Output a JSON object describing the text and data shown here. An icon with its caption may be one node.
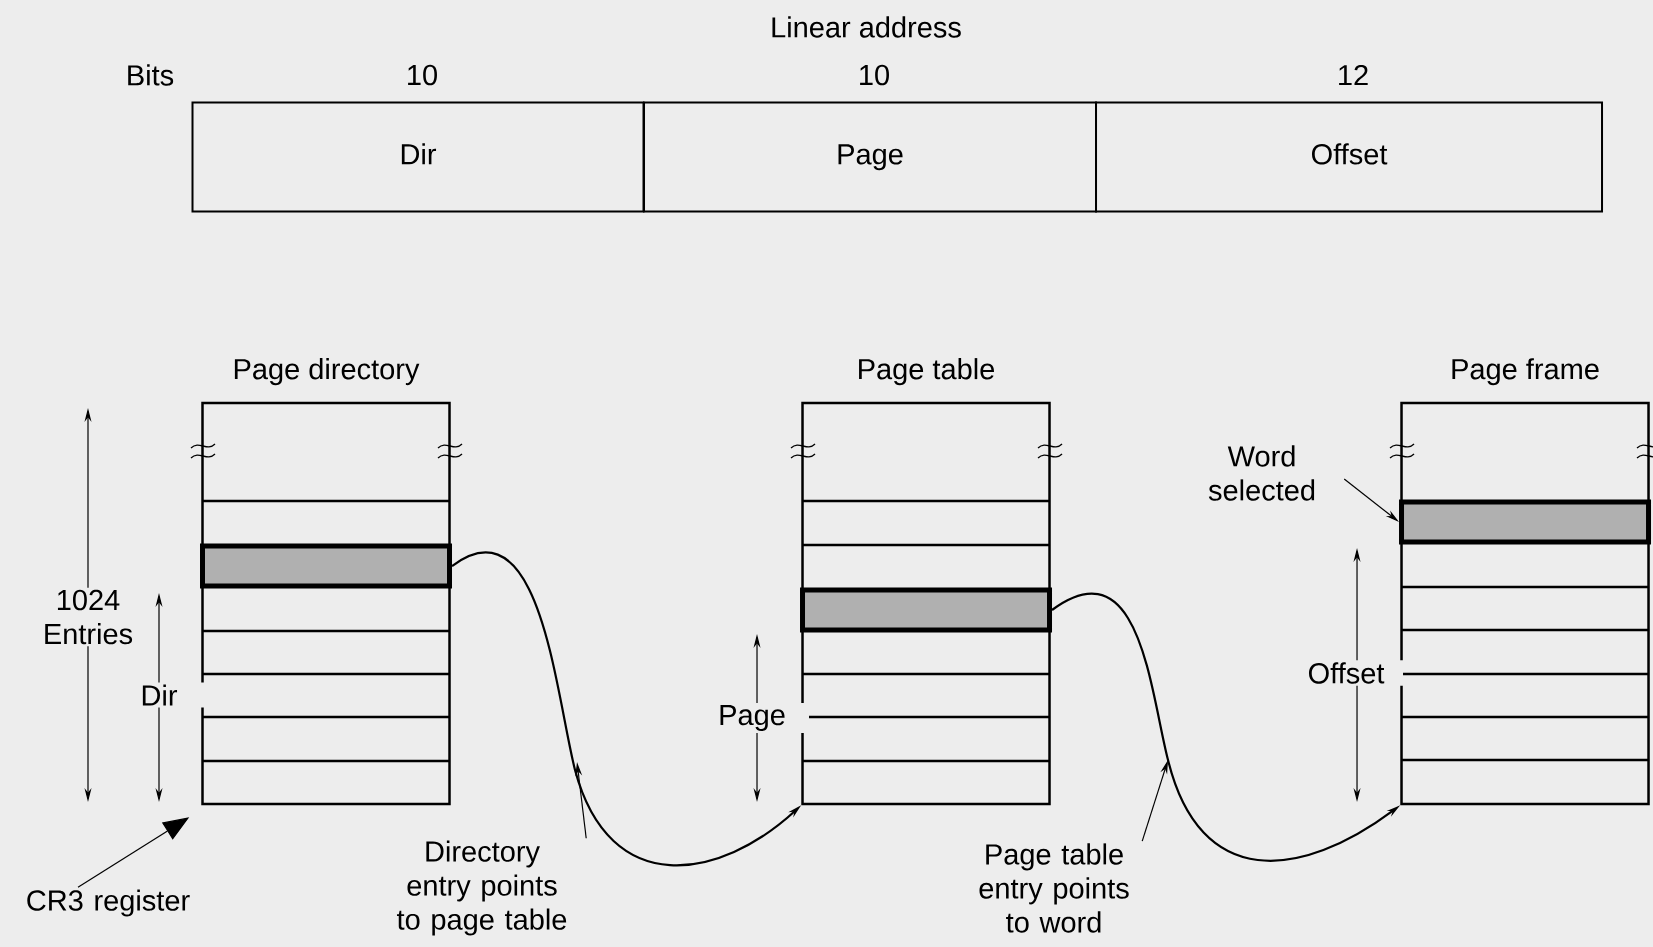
{
  "diagram": {
    "title": "Linear address",
    "nodes": [
      {
        "text": [
          "Dir"
        ],
        "beside": [
          "10"
        ]
      },
      {
        "text": [
          "Page"
        ],
        "beside": [
          "10"
        ]
      },
      {
        "text": [
          "Offset"
        ],
        "beside": [
          "12"
        ]
      },
      {
        "text": [
          "Page directory"
        ]
      },
      {
        "text": [],
        "shape": "bar",
        "in": 3
      },
      {
        "text": [
          "Page table"
        ]
      },
      {
        "text": [],
        "shape": "bar",
        "in": 5
      },
      {
        "text": [
          "Page frame"
        ]
      },
      {
        "text": [],
        "shape": "bar",
        "in": 7
      },
      {
        "text": [
          "CR3 register"
        ]
      },
      {
        "text": [
          "Directory entry points to page table"
        ]
      },
      {
        "text": [
          "Page table entry points to word"
        ]
      },
      {
        "text": [
          "Word selected"
        ]
      }
    ],
    "edges": [
      {
        "from": 4,
        "to": 5,
        "arrow": "to"
      },
      {
        "from": 6,
        "to": 7,
        "arrow": "to"
      },
      {
        "from": 9,
        "to": 3,
        "arrow": "to"
      },
      {
        "from": 10,
        "to": null,
        "arrow": "to"
      },
      {
        "from": 11,
        "to": null,
        "arrow": "to"
      },
      {
        "from": 12,
        "to": 8,
        "arrow": "to"
      }
    ],
    "labels": [
      "Bits",
      "1024 Entries",
      "Dir",
      "Page",
      "Offset"
    ]
  }
}
